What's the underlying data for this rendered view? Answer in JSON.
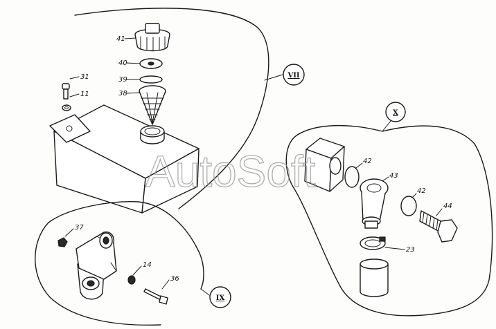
{
  "watermark": "AutoSoft",
  "views": [
    {
      "id": "view-vii",
      "numeral": "VII"
    },
    {
      "id": "view-x",
      "numeral": "X"
    },
    {
      "id": "view-ix",
      "numeral": "IX"
    }
  ],
  "callouts": {
    "c41": "41",
    "c40": "40",
    "c39": "39",
    "c38": "38",
    "c31": "31",
    "c11": "11",
    "c42a": "42",
    "c43": "43",
    "c42b": "42",
    "c44": "44",
    "c23": "23",
    "c37": "37",
    "c14": "14",
    "c36": "36"
  }
}
